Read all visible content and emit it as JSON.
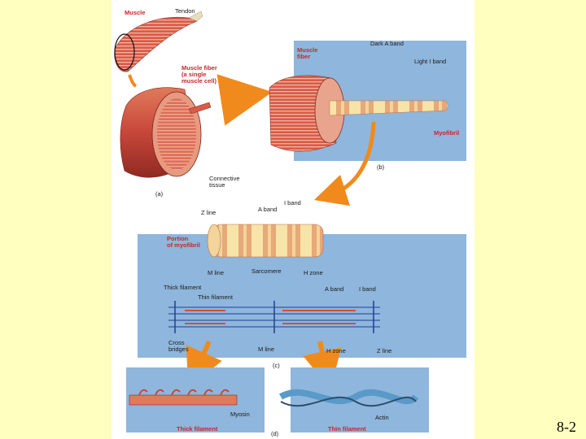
{
  "slide": {
    "background": "#ffffc0",
    "page_number": "8-2"
  },
  "figure": {
    "panel_a": {
      "muscle": "Muscle",
      "tendon": "Tendon",
      "muscle_fiber": "Muscle fiber\n(a single\nmuscle cell)",
      "connective_tissue": "Connective\ntissue",
      "letter": "(a)"
    },
    "panel_b": {
      "muscle_fiber": "Muscle\nfiber",
      "dark_a_band": "Dark A band",
      "light_i_band": "Light I band",
      "myofibril": "Myofibril",
      "letter": "(b)"
    },
    "panel_c": {
      "i_band_top": "I band",
      "a_band_top": "A band",
      "z_line_top": "Z line",
      "portion_of_myofibril": "Portion\nof myofibril",
      "m_line_top": "M line",
      "sarcomere": "Sarcomere",
      "h_zone_top": "H zone",
      "thick_filament": "Thick filament",
      "thin_filament": "Thin filament",
      "a_band_right": "A band",
      "i_band_right": "I band",
      "cross_bridges": "Cross\nbridges",
      "m_line_bottom": "M line",
      "h_zone_bottom": "H zone",
      "z_line_bottom": "Z line",
      "letter": "(c)"
    },
    "panel_d": {
      "myosin": "Myosin",
      "thick_filament": "Thick filament",
      "actin": "Actin",
      "thin_filament": "Thin filament",
      "letter": "(d)"
    },
    "colors": {
      "panel_blue": "#8fb6dc",
      "muscle_red": "#c8463a",
      "arrow_orange": "#f08a1c",
      "label_red": "#c8262a",
      "filament_blue": "#1c3f9a"
    }
  }
}
